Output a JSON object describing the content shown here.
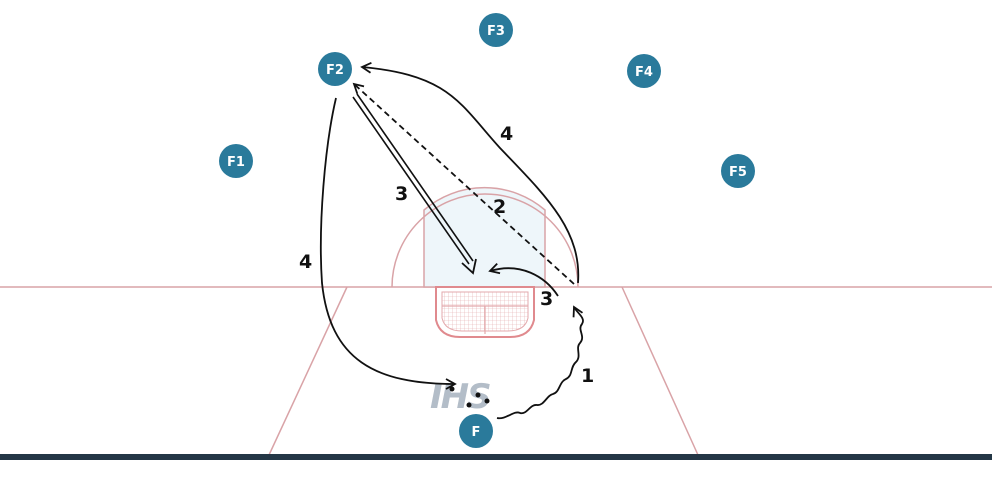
{
  "diagram": {
    "players": [
      {
        "id": "F1",
        "label": "F1"
      },
      {
        "id": "F2",
        "label": "F2"
      },
      {
        "id": "F3",
        "label": "F3"
      },
      {
        "id": "F4",
        "label": "F4"
      },
      {
        "id": "F5",
        "label": "F5"
      },
      {
        "id": "F",
        "label": "F"
      }
    ],
    "steps": [
      {
        "id": "step-1",
        "label": "1",
        "action": "dribble"
      },
      {
        "id": "step-2",
        "label": "2",
        "action": "pass"
      },
      {
        "id": "step-3a",
        "label": "3",
        "action": "shot"
      },
      {
        "id": "step-3b",
        "label": "3",
        "action": "run"
      },
      {
        "id": "step-4a",
        "label": "4",
        "action": "run"
      },
      {
        "id": "step-4b",
        "label": "4",
        "action": "run"
      }
    ],
    "logo": {
      "text": "IHS"
    },
    "colors": {
      "player": "#2a7a9b",
      "court_lines": "#d9a3a7",
      "crease_fill": "#eef6fa",
      "goal_outline": "#e08a8e",
      "bottom_bar": "#243746",
      "arrows": "#111111"
    }
  }
}
